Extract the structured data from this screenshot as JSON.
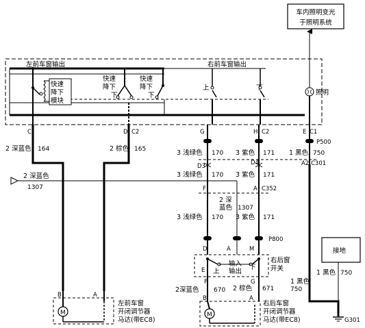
{
  "boxes": {
    "dome_dim": [
      "车内照明变光",
      "于照明系统"
    ],
    "ground": "接地"
  },
  "labels": {
    "left_front_out": "左前车窗输出",
    "right_front_out": "右前车窗输出",
    "express_module": [
      "快速",
      "降下",
      "模块"
    ],
    "express_down_1": [
      "快速",
      "降下",
      "下"
    ],
    "express_down_2": [
      "快速",
      "降下",
      "下"
    ],
    "up": "上",
    "down": "下",
    "illum": "照明",
    "rear_switch": [
      "右后窗",
      "开关"
    ],
    "input": "输入",
    "output": "输出",
    "up_s": "上",
    "down_s": "下",
    "lf_motor": [
      "左前车窗",
      "开闭调节器",
      "马达(带EC8)"
    ],
    "rr_motor": [
      "右后车窗",
      "开闭调节器",
      "马达(带EC8)"
    ],
    "motor_symbol": "M",
    "ground_point": "G301"
  },
  "connectors": {
    "C": "C",
    "D": "D",
    "C2a": "C2",
    "G": "G",
    "H": "H",
    "C2b": "C2",
    "E": "E",
    "C1": "C1",
    "P500": "P500",
    "C301": "C301",
    "D3": "D3",
    "D4": "D4",
    "A2": "A2",
    "F": "F",
    "A_c352": "A",
    "C352": "C352",
    "D_p800": "D",
    "A_p800": "A",
    "M_p800": "M",
    "P800": "P800",
    "E_sw": "E",
    "F_sw": "F",
    "G_sw": "G",
    "B_lf": "B",
    "A_lf": "A",
    "B_rr": "B",
    "A_rr": "A"
  },
  "wires": {
    "w164": {
      "color": "2 深蓝色",
      "circuit": "164"
    },
    "w165": {
      "color": "2 棕色",
      "circuit": "165"
    },
    "w170a": {
      "color": "3 浅绿色",
      "circuit": "170"
    },
    "w171a": {
      "color": "3 紫色",
      "circuit": "171"
    },
    "w750a": {
      "color": "1 黑色",
      "circuit": "750"
    },
    "w170b": {
      "color": "3 浅绿色",
      "circuit": "170"
    },
    "w171b": {
      "color": "3 紫色",
      "circuit": "171"
    },
    "w1307a": {
      "color": "2 深蓝色",
      "circuit": "1307"
    },
    "w1307b": {
      "color": [
        "2 深",
        "蓝色"
      ],
      "circuit": "1307"
    },
    "w170c": {
      "color": "3 浅绿色",
      "circuit": "170"
    },
    "w171c": {
      "color": "3 紫色",
      "circuit": "171"
    },
    "w670": {
      "color": "2深蓝色",
      "circuit": "670"
    },
    "w671": {
      "color": "2 棕色",
      "circuit": "671"
    },
    "w750b": {
      "color": "1 黑色",
      "circuit": "750"
    },
    "w750c": {
      "color": "1 黑色",
      "circuit": "750"
    }
  }
}
